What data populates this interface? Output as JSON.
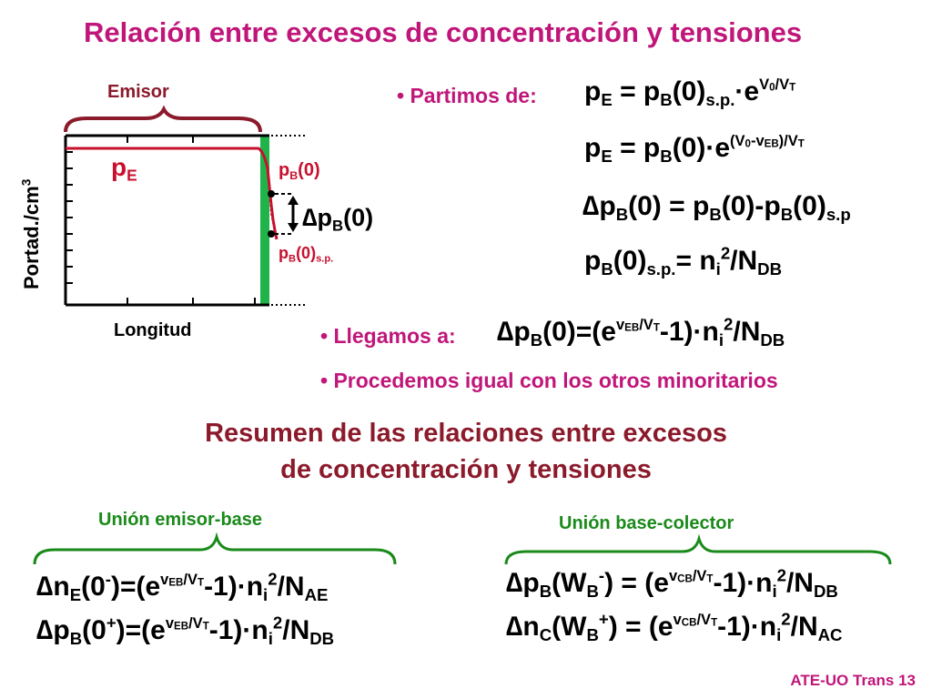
{
  "title": "Relación entre excesos de concentración y tensiones",
  "diagram": {
    "emisor_label": "Emisor",
    "y_axis_label": "Portad./cm",
    "y_axis_exp": "3",
    "x_axis_label": "Longitud",
    "pE_p": "p",
    "pE_sub": "E",
    "pB0_p": "p",
    "pB0_sub": "B",
    "pB0_rest": "(0)",
    "delta_label": "∆p",
    "delta_sub": "B",
    "delta_rest": "(0)",
    "pBsp_p": "p",
    "pBsp_sub": "B",
    "pBsp_rest": "(0)",
    "pBsp_sub2": "s.p.",
    "colors": {
      "axis": "#000000",
      "profile": "#c8102e",
      "base_region": "#1fb34a",
      "bracket": "#8b1a2b"
    }
  },
  "bullets": {
    "partimos": "• Partimos de:",
    "llegamos": "• Llegamos a:",
    "procedemos": "• Procedemos igual con los otros minoritarios"
  },
  "eq1": {
    "a": "p",
    "a_sub": "E",
    "b": " = p",
    "b_sub": "B",
    "c": "(0)",
    "c_sub": "s.p.",
    "d": "·e",
    "e_sup1": "V",
    "e_sup1_sub": "0",
    "e_sup2": "/V",
    "e_sup2_sub": "T"
  },
  "eq2": {
    "a": "p",
    "a_sub": "E",
    "b": " = p",
    "b_sub": "B",
    "c": "(0)·e",
    "sup1": "(V",
    "sup1_sub": "0",
    "sup2": "-v",
    "sup2_sub": "EB",
    "sup3": ")/V",
    "sup3_sub": "T"
  },
  "eq3": {
    "a": "∆p",
    "a_sub": "B",
    "b": "(0) = p",
    "b_sub": "B",
    "c": "(0)-p",
    "c_sub": "B",
    "d": "(0)",
    "d_sub": "s.p"
  },
  "eq4": {
    "a": "p",
    "a_sub": "B",
    "b": "(0)",
    "b_sub": "s.p.",
    "c": "= n",
    "c_sub": "i",
    "c_sup": "2",
    "d": "/N",
    "d_sub": "DB"
  },
  "eq5": {
    "a": "∆p",
    "a_sub": "B",
    "b": "(0)=(e",
    "sup1": "v",
    "sup1_sub": "EB",
    "sup2": "/V",
    "sup2_sub": "T",
    "c": "-1)·n",
    "c_sub": "i",
    "c_sup": "2",
    "d": "/N",
    "d_sub": "DB"
  },
  "resumen": {
    "line1": "Resumen de las relaciones entre excesos",
    "line2": "de concentración y tensiones"
  },
  "union_eb": "Unión emisor-base",
  "union_bc": "Unión base-colector",
  "sum1": {
    "a": "∆n",
    "a_sub": "E",
    "b": "(0",
    "b_sup": "-",
    "c": ")=(e",
    "sup1": "v",
    "sup1_sub": "EB",
    "sup2": "/V",
    "sup2_sub": "T",
    "d": "-1)·n",
    "d_sub": "i",
    "d_sup": "2",
    "e": "/N",
    "e_sub": "AE"
  },
  "sum2": {
    "a": "∆p",
    "a_sub": "B",
    "b": "(0",
    "b_sup": "+",
    "c": ")=(e",
    "sup1": "v",
    "sup1_sub": "EB",
    "sup2": "/V",
    "sup2_sub": "T",
    "d": "-1)·n",
    "d_sub": "i",
    "d_sup": "2",
    "e": "/N",
    "e_sub": "DB"
  },
  "sum3": {
    "a": "∆p",
    "a_sub": "B",
    "b": "(W",
    "b_sub": "B",
    "b_sup": "-",
    "c": ") = (e",
    "sup1": "v",
    "sup1_sub": "CB",
    "sup2": "/V",
    "sup2_sub": "T",
    "d": "-1)·n",
    "d_sub": "i",
    "d_sup": "2",
    "e": "/N",
    "e_sub": "DB"
  },
  "sum4": {
    "a": "∆n",
    "a_sub": "C",
    "b": "(W",
    "b_sub": "B",
    "b_sup": "+",
    "c": ") = (e",
    "sup1": "v",
    "sup1_sub": "CB",
    "sup2": "/V",
    "sup2_sub": "T",
    "d": "-1)·n",
    "d_sub": "i",
    "d_sup": "2",
    "e": "/N",
    "e_sub": "AC"
  },
  "footer": "ATE-UO Trans 13"
}
